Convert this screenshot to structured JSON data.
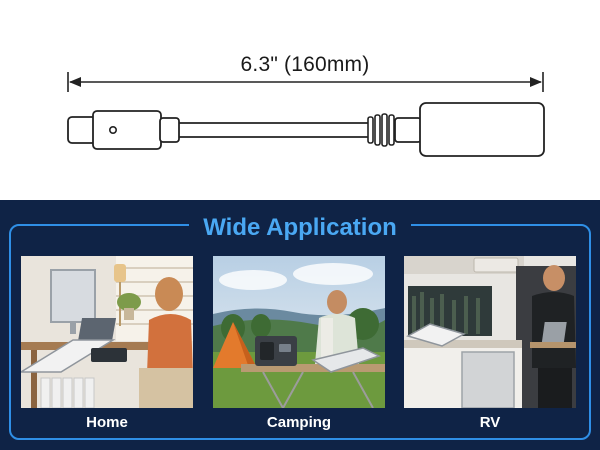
{
  "dimension": {
    "label": "6.3\" (160mm)"
  },
  "section": {
    "title": "Wide Application",
    "accent_color": "#4aa8f3",
    "background_color": "#0f2346"
  },
  "applications": [
    {
      "label": "Home"
    },
    {
      "label": "Camping"
    },
    {
      "label": "RV"
    }
  ]
}
